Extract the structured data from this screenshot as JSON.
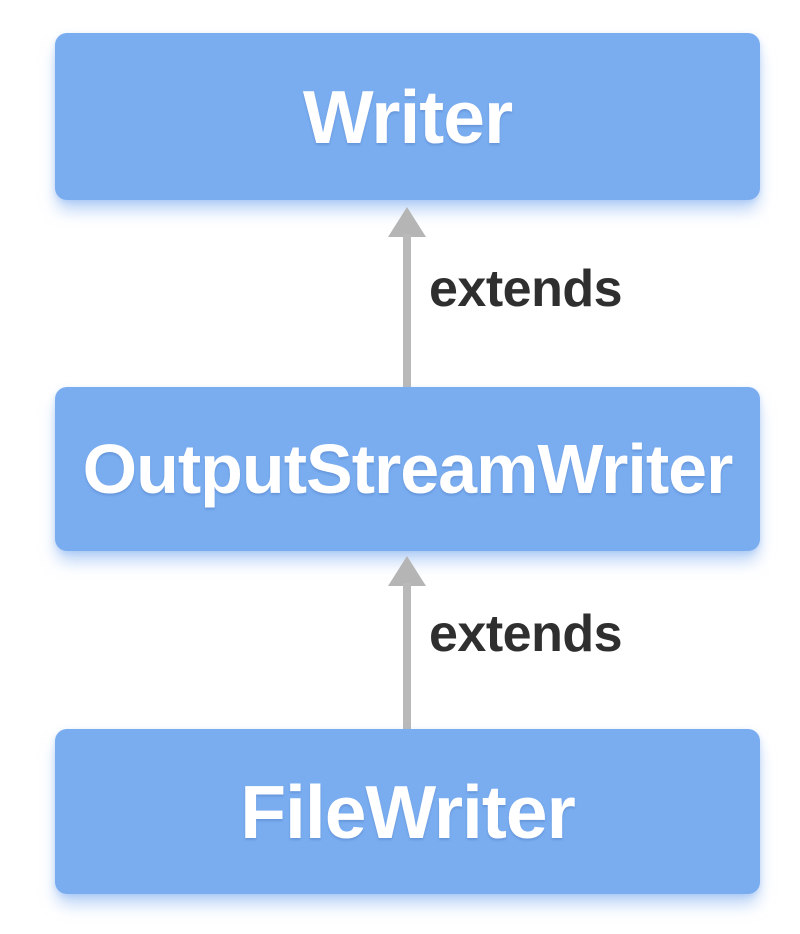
{
  "diagram": {
    "type": "class-inheritance-hierarchy",
    "nodes": [
      {
        "label": "Writer"
      },
      {
        "label": "OutputStreamWriter"
      },
      {
        "label": "FileWriter"
      }
    ],
    "edges": [
      {
        "label": "extends",
        "from": "OutputStreamWriter",
        "to": "Writer",
        "direction": "up"
      },
      {
        "label": "extends",
        "from": "FileWriter",
        "to": "OutputStreamWriter",
        "direction": "up"
      }
    ],
    "colors": {
      "node_fill": "#7aadf0",
      "node_text": "#ffffff",
      "node_glow": "#8cb3ef",
      "arrow": "#b9b9b9",
      "edge_label_text": "#2f2f2f",
      "background": "#ffffff"
    }
  }
}
